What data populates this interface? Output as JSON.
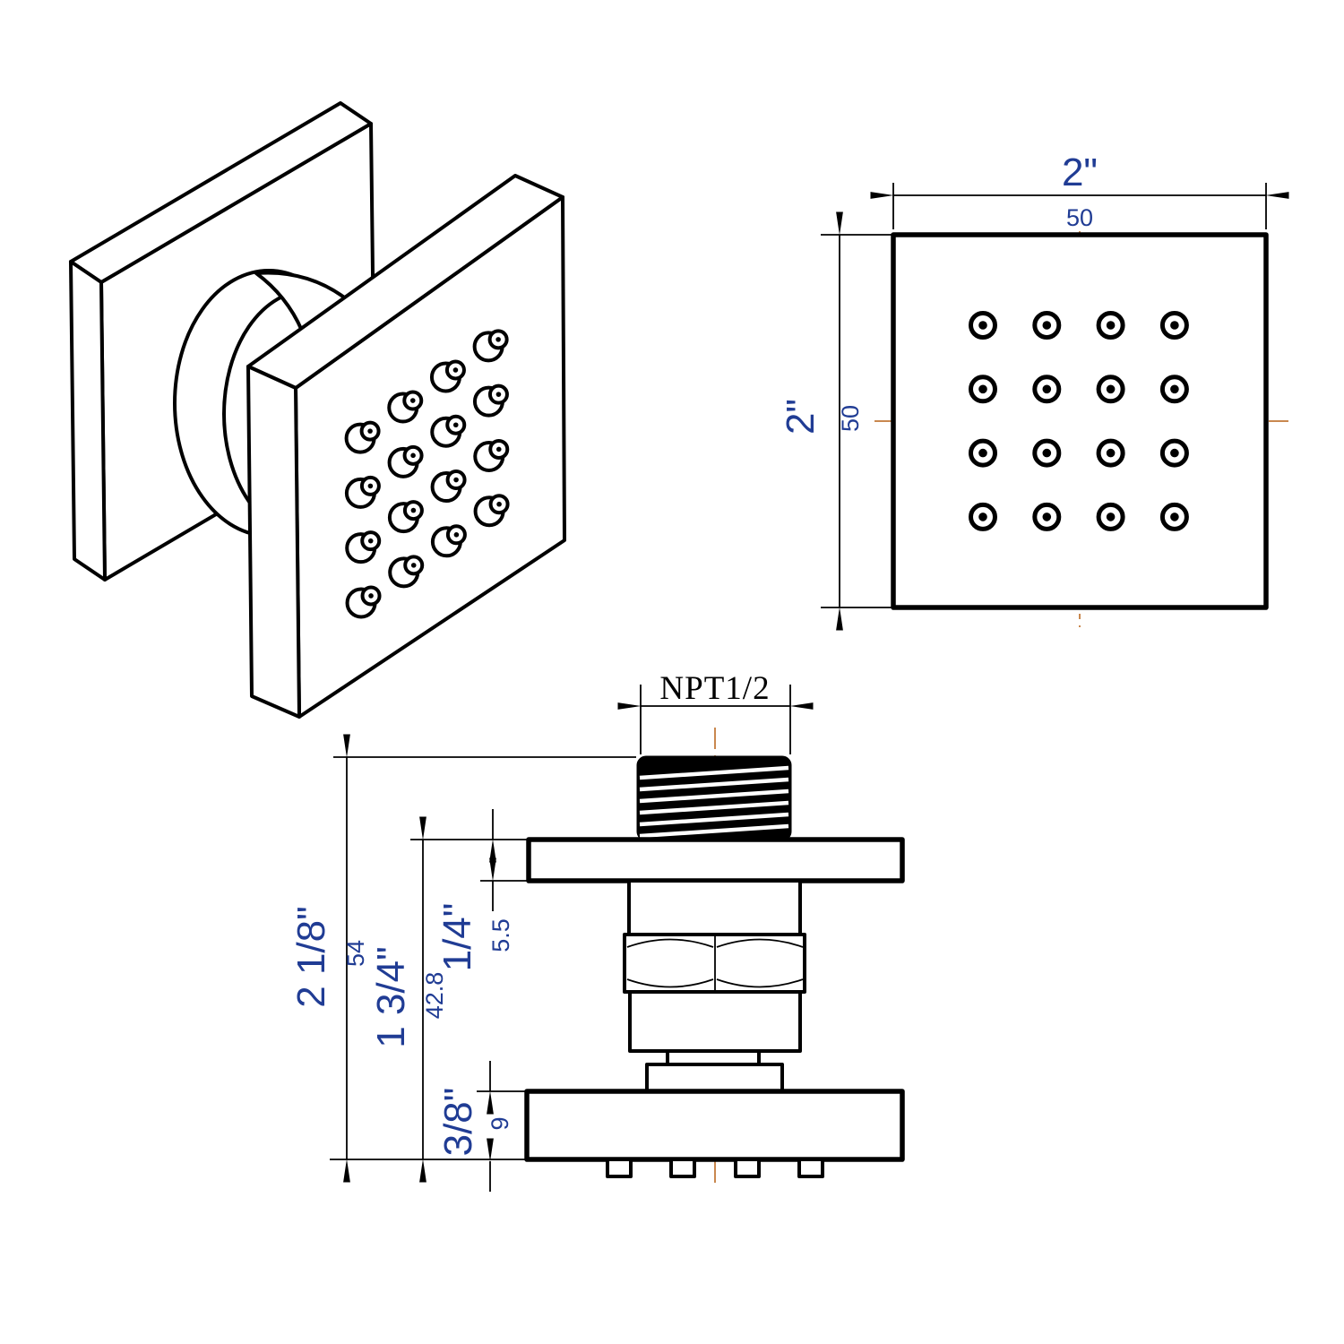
{
  "colors": {
    "line": "#000000",
    "dimension_text": "#203c94",
    "centerline": "#c9884f",
    "background": "#ffffff"
  },
  "views": {
    "isometric": {
      "name": "isometric view of square body spray jet",
      "jet_count": 16,
      "jet_grid": {
        "rows": 4,
        "cols": 4
      }
    },
    "front": {
      "width_dim": {
        "imperial": "2\"",
        "metric": "50"
      },
      "height_dim": {
        "imperial": "2\"",
        "metric": "50"
      },
      "jet_grid": {
        "rows": 4,
        "cols": 4
      }
    },
    "side": {
      "thread_label": "NPT1/2",
      "dims": {
        "overall_height": {
          "imperial": "2 1/8\"",
          "metric": "54"
        },
        "body_height": {
          "imperial": "1 3/4\"",
          "metric": "42.8"
        },
        "wall_flange_thickness": {
          "imperial": "1/4\"",
          "metric": "5.5"
        },
        "faceplate_thickness": {
          "imperial": "3/8\"",
          "metric": "9"
        }
      }
    }
  }
}
